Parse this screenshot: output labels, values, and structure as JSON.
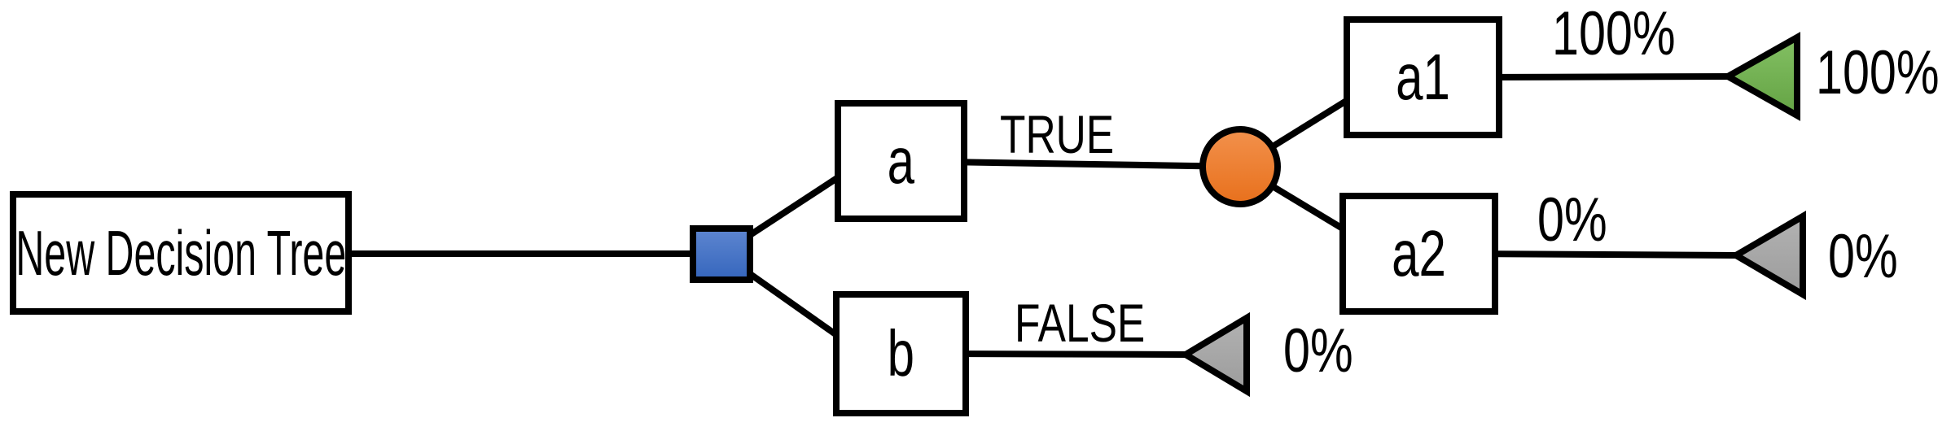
{
  "diagram": {
    "root_label": "New Decision Tree",
    "colors": {
      "line": "#000000",
      "decision_square": {
        "base": "#4472C4",
        "top": "#5E86D0",
        "bottom": "#3566BD"
      },
      "chance_circle": {
        "base": "#ED7D31",
        "top": "#F2914C",
        "bottom": "#E8701C"
      },
      "terminal_green": {
        "base": "#70AD47",
        "top": "#83C063",
        "bottom": "#64A344"
      },
      "terminal_gray": {
        "base": "#A6A6A6",
        "top": "#B2B2B2",
        "bottom": "#9C9C9C"
      }
    },
    "branches": {
      "a": {
        "label": "a",
        "edge_label": "TRUE",
        "children": {
          "a1": {
            "label": "a1",
            "probability": "100%",
            "terminal_value": "100%"
          },
          "a2": {
            "label": "a2",
            "probability": "0%",
            "terminal_value": "0%"
          }
        }
      },
      "b": {
        "label": "b",
        "edge_label": "FALSE",
        "terminal_value": "0%"
      }
    }
  }
}
